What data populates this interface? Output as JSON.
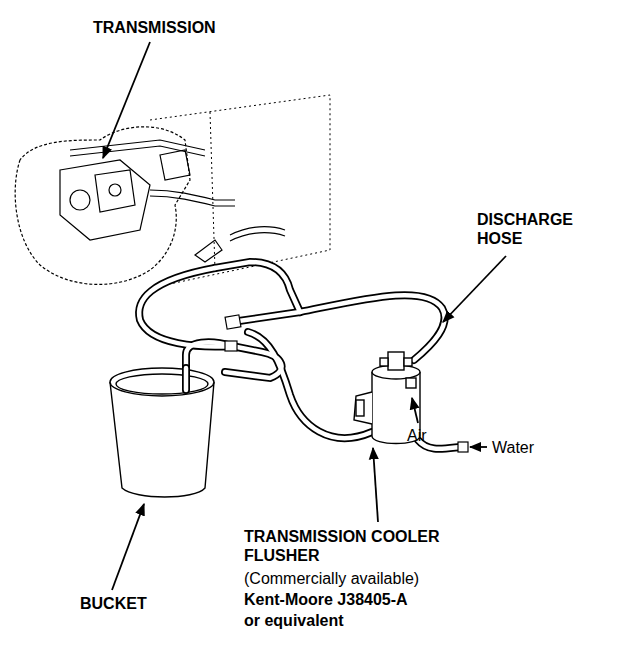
{
  "diagram": {
    "labels": [
      "TRANSMISSION",
      "DISCHARGE HOSE",
      "Air",
      "Water",
      "TRANSMISSION COOLER FLUSHER",
      "(Commercially available)",
      "Kent-Moore J38405-A",
      "or equivalent",
      "BUCKET"
    ]
  }
}
